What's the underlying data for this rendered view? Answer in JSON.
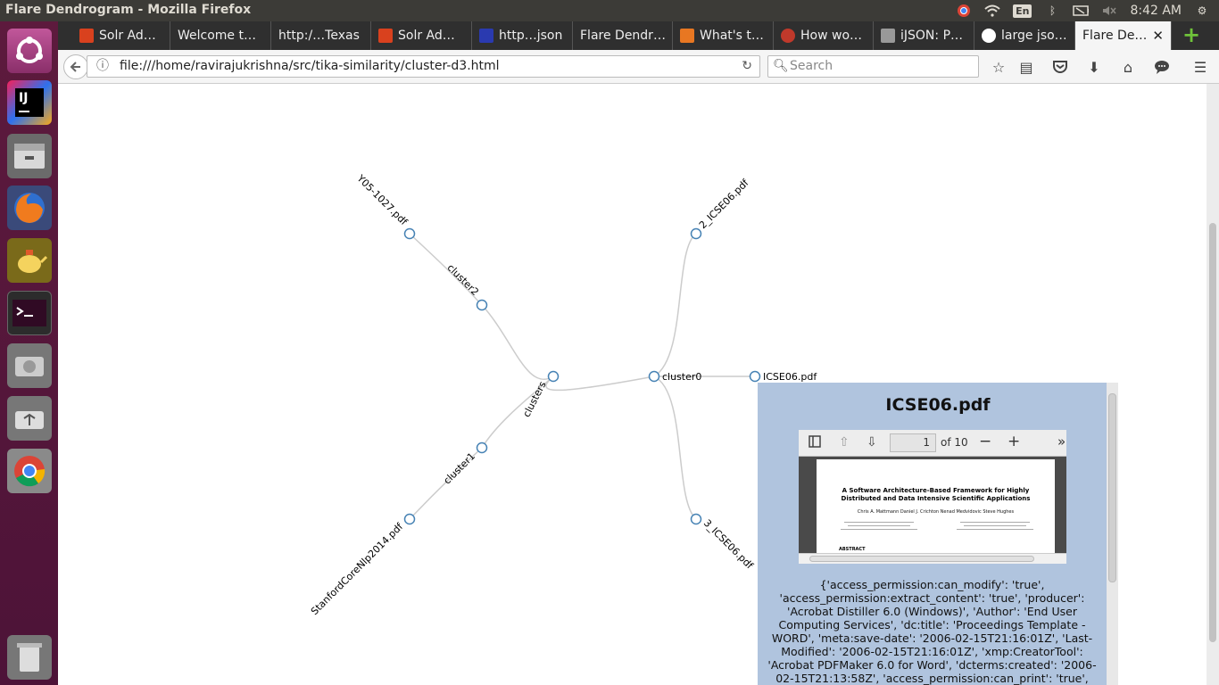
{
  "window": {
    "title": "Flare Dendrogram - Mozilla Firefox",
    "lang_indicator": "En",
    "clock": "8:42 AM"
  },
  "tabs": [
    {
      "label": "Solr Ad…"
    },
    {
      "label": "Welcome t…"
    },
    {
      "label": "http:/…Texas"
    },
    {
      "label": "Solr Ad…"
    },
    {
      "label": "http…json"
    },
    {
      "label": "Flare Dendr…"
    },
    {
      "label": "What's t…"
    },
    {
      "label": "How wo…"
    },
    {
      "label": "iJSON: P…"
    },
    {
      "label": "large jso…"
    },
    {
      "label": "Flare De…"
    }
  ],
  "nav": {
    "url": "file:///home/ravirajukrishna/src/tika-similarity/cluster-d3.html",
    "search_placeholder": "Search"
  },
  "dendrogram": {
    "nodes": {
      "root": "clusters",
      "cluster0": "cluster0",
      "cluster1": "cluster1",
      "cluster2": "cluster2",
      "leaf_y05": "Y05-1027.pdf",
      "leaf_2icse": "2_ICSE06.pdf",
      "leaf_icse": "ICSE06.pdf",
      "leaf_3icse": "3_ICSE06.pdf",
      "leaf_stanford": "StanfordCoreNlp2014.pdf"
    }
  },
  "popup": {
    "title": "ICSE06.pdf",
    "pdf": {
      "page": "1",
      "of_pages": "of 10",
      "doc_title_1": "A Software Architecture-Based Framework for Highly",
      "doc_title_2": "Distributed and Data Intensive Scientific Applications",
      "authors": "Chris A. Mattmann     Daniel J. Crichton     Nenad Medvidovic     Steve Hughes",
      "abstract_label": "ABSTRACT"
    },
    "metadata": "{'access_permission:can_modify': 'true', 'access_permission:extract_content': 'true', 'producer': 'Acrobat Distiller 6.0 (Windows)', 'Author': 'End User Computing Services', 'dc:title': 'Proceedings Template - WORD', 'meta:save-date': '2006-02-15T21:16:01Z', 'Last-Modified': '2006-02-15T21:16:01Z', 'xmp:CreatorTool': 'Acrobat PDFMaker 6.0 for Word', 'dcterms:created': '2006-02-15T21:13:58Z', 'access_permission:can_print': 'true', 'resourceName':"
  }
}
